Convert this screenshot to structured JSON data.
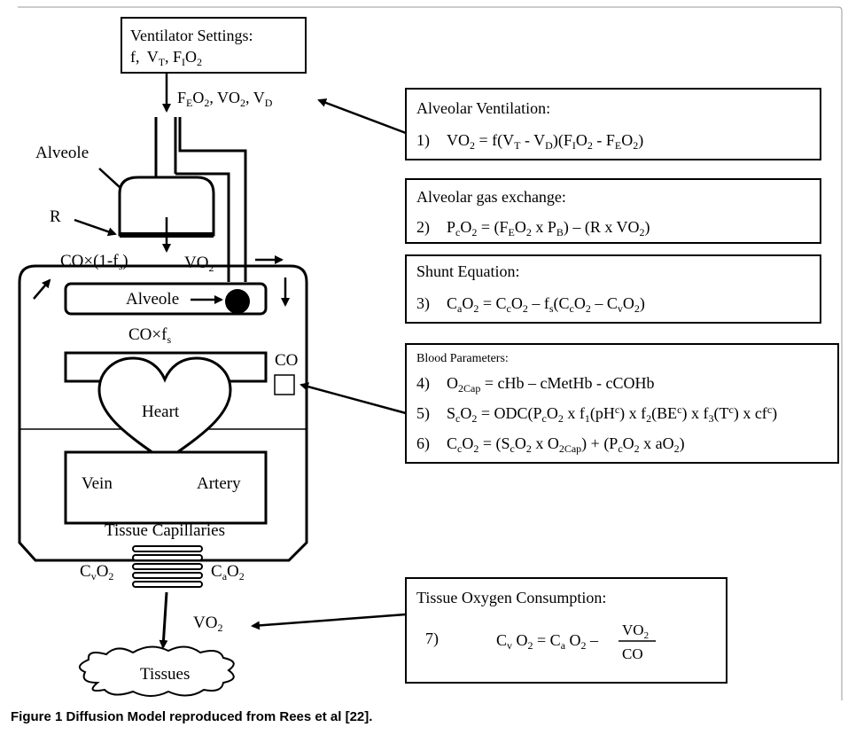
{
  "caption": {
    "label": "Figure 1",
    "text": "Diffusion Model reproduced from Rees et al [22]."
  },
  "ventilator": {
    "line1": "Ventilator Settings:",
    "f": "f,",
    "v": "V",
    "v_sub": "T",
    "fi": "F",
    "fi_sub": "I",
    "o": "O",
    "o_sub": "2"
  },
  "measured": {
    "fe": "F",
    "fe_sub": "E",
    "o": "O",
    "o_sub": "2",
    "vo": ", VO",
    "vo_sub": "2",
    "vd": ", V",
    "vd_sub": "D"
  },
  "labels": {
    "alveole_top": "Alveole",
    "r": "R",
    "co_left": "CO×(1-f",
    "co_left_sub": "s",
    "co_left_end": ")",
    "vo2_inner": "VO",
    "vo2_inner_sub": "2",
    "alveole_inner": "Alveole",
    "co_fs": "CO×f",
    "co_fs_sub": "s",
    "co_box": "CO",
    "heart": "Heart",
    "vein": "Vein",
    "artery": "Artery",
    "tissue_capillaries": "Tissue Capillaries",
    "cv": "C",
    "cv_sub": "v",
    "ca": "C",
    "ca_sub": "a",
    "o2": "O",
    "o2_sub": "2",
    "vo2_bottom": "VO",
    "vo2_bottom_sub": "2",
    "tissues": "Tissues"
  },
  "boxes": {
    "alveolar_ventilation": {
      "title": "Alveolar Ventilation:",
      "num": "1)",
      "eq": "VO₂ = f(V_T - V_D)(F_IO₂ - F_EO₂)"
    },
    "alveolar_gas": {
      "title": "Alveolar gas exchange:",
      "num": "2)"
    },
    "shunt": {
      "title": "Shunt Equation:",
      "num": "3)"
    },
    "blood": {
      "title": "Blood Parameters:",
      "n4": "4)",
      "n5": "5)",
      "n6": "6)"
    },
    "tissue": {
      "title": "Tissue Oxygen Consumption:",
      "num": "7)",
      "numerator": "VO",
      "numerator_sub": "2",
      "denominator": "CO"
    }
  }
}
